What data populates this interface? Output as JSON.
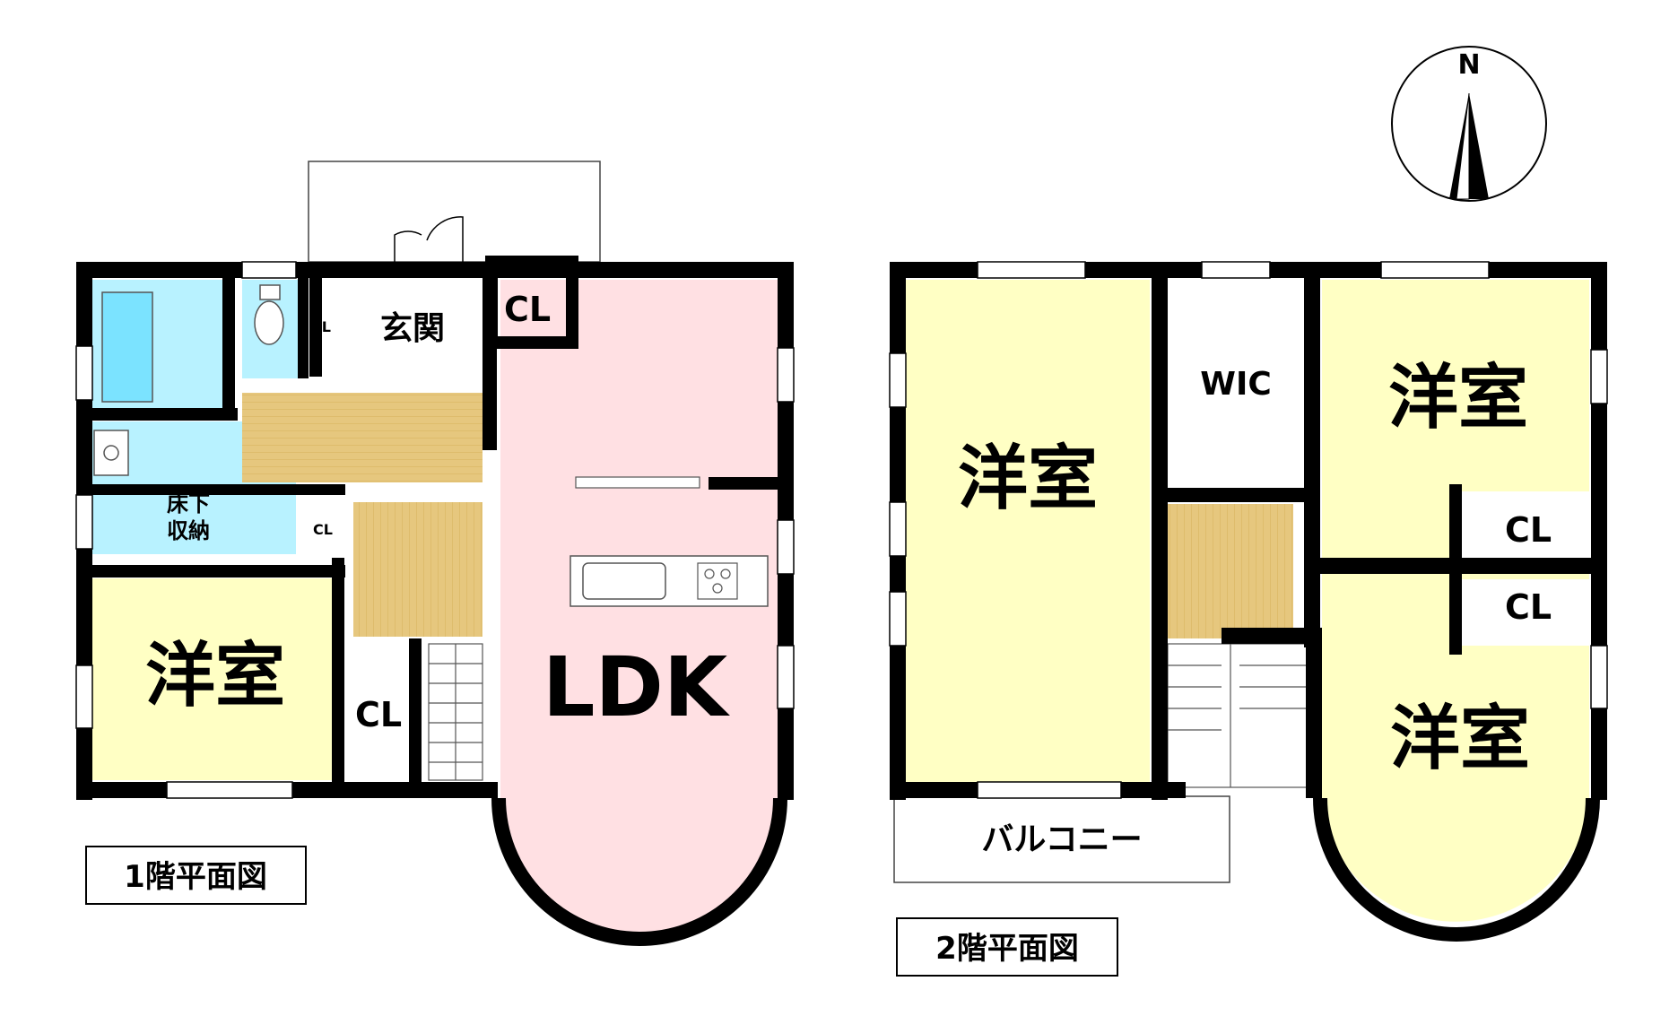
{
  "compass": {
    "north_label": "N"
  },
  "floor1": {
    "title": "1階平面図",
    "rooms": {
      "entrance": "玄関",
      "ldk": "LDK",
      "western_room": "洋室",
      "closet_kitchen": "CL",
      "closet_room": "CL",
      "closet_small_top": "CL",
      "closet_small_mid": "CL",
      "underfloor_line1": "床下",
      "underfloor_line2": "収納"
    }
  },
  "floor2": {
    "title": "2階平面図",
    "rooms": {
      "western_room_left": "洋室",
      "wic": "WIC",
      "western_room_top_right": "洋室",
      "western_room_bottom_right": "洋室",
      "closet_upper": "CL",
      "closet_lower": "CL",
      "balcony": "バルコニー"
    }
  },
  "colors": {
    "ldk": "#ffe0e3",
    "western": "#ffffc4",
    "wet": "#b8f2ff",
    "hall": "#e6c77e",
    "tub": "#7be3ff",
    "wall": "#000000"
  }
}
